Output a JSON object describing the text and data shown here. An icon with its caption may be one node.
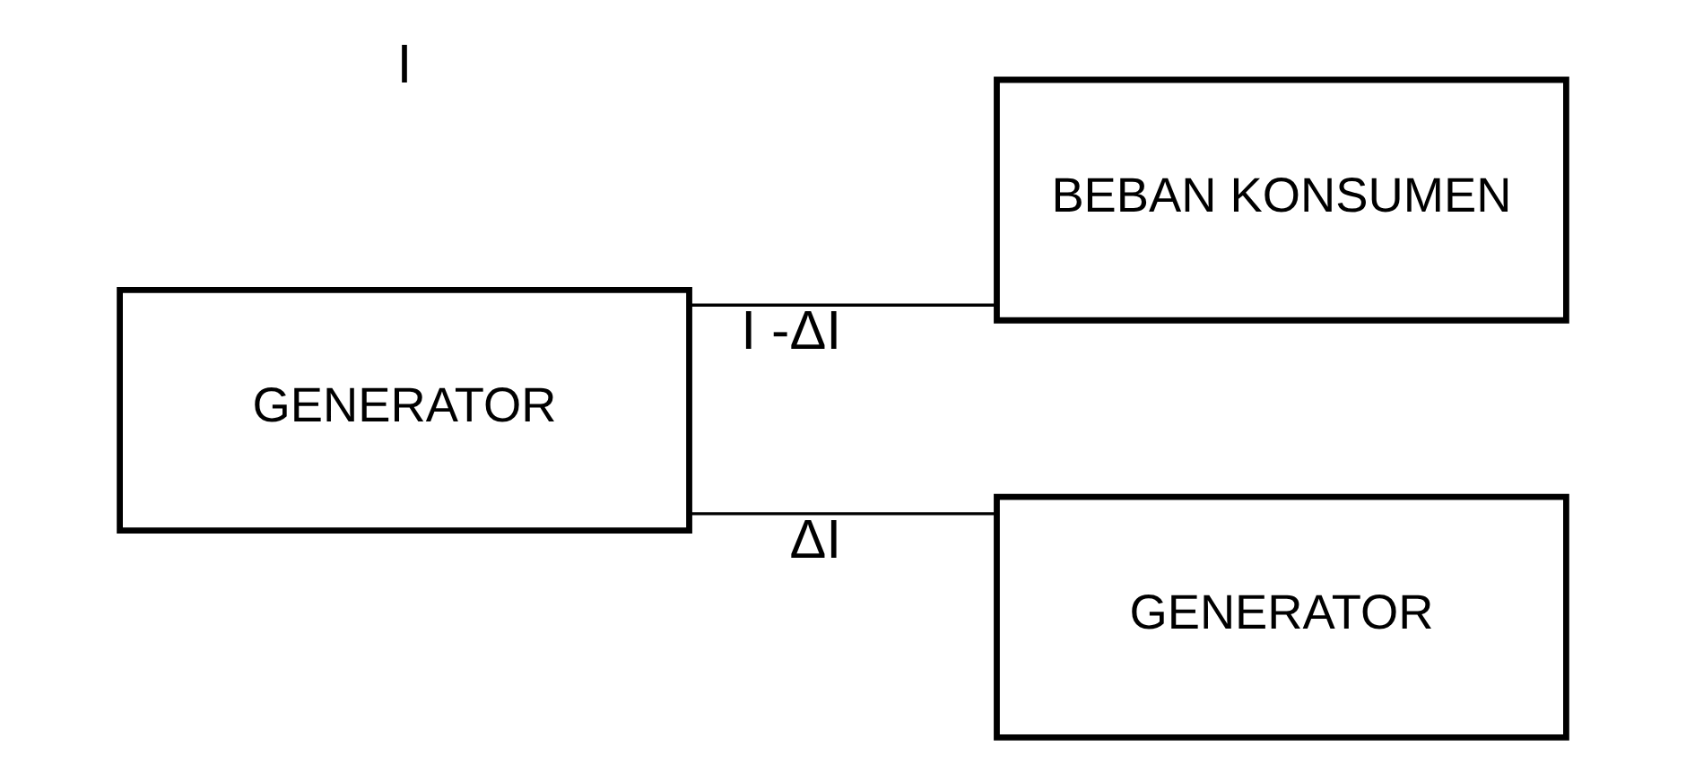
{
  "diagram": {
    "nodes": [
      {
        "text": [
          "GENERATOR"
        ]
      },
      {
        "text": [
          "BEBAN KONSUMEN"
        ]
      },
      {
        "text": [
          "GENERATOR"
        ]
      }
    ],
    "edges": [
      {
        "from": 0,
        "to": 1,
        "arrow": "none",
        "label": "I -ΔI"
      },
      {
        "from": 0,
        "to": 2,
        "arrow": "none",
        "label": "ΔI"
      }
    ],
    "labels": [
      "I"
    ]
  }
}
